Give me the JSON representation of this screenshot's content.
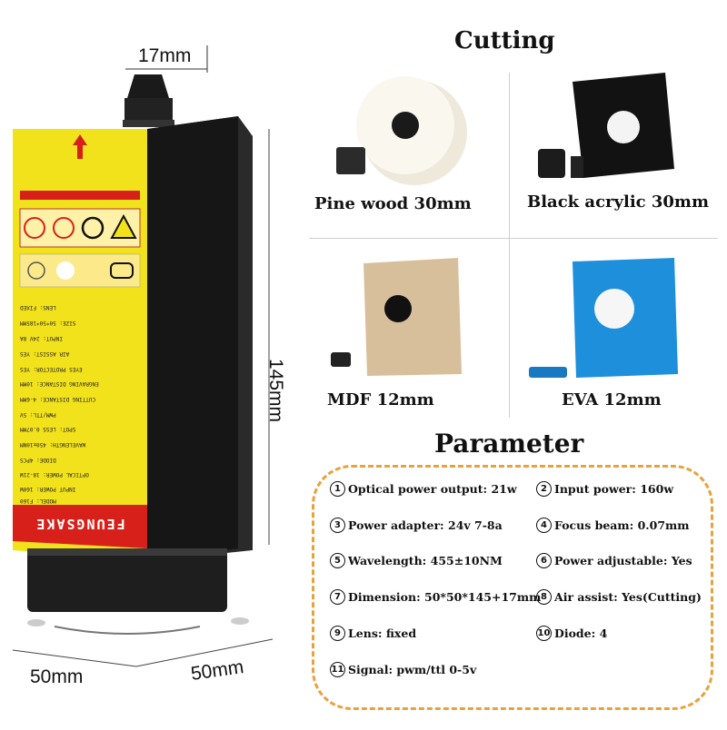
{
  "dimensions": {
    "nozzle": "17mm",
    "height": "145mm",
    "width_left": "50mm",
    "width_right": "50mm"
  },
  "module": {
    "brand": "FEUNGSAKE",
    "label_lines": [
      "LENS: FIXED",
      "SIZE: 50*50*185MM",
      "INPUT: 24V 8A",
      "AIR ASSIST: YES",
      "EYES PROTECTOR: YES",
      "ENGRAVING DISTANCE: 10MM",
      "CUTTING DISTANCE: 4-6MM",
      "PWM/TTL: 5V",
      "SPOT: LESS 0.07MM",
      "WAVELENGTH: 450±10NM",
      "DIODE: 4PCS",
      "OPTICAL POWER: 18-21W",
      "INPUT POWER: 160W",
      "MODEL: F160"
    ],
    "colors": {
      "label_yellow": "#f2e21b",
      "label_red": "#d8201a",
      "body": "#1c1c1c"
    }
  },
  "cutting": {
    "title": "Cutting",
    "samples": [
      {
        "caption": "Pine wood 30mm",
        "color": "#efe9dc"
      },
      {
        "caption": "Black acrylic 30mm",
        "color": "#151515"
      },
      {
        "caption": "MDF 12mm",
        "color": "#d8bf9c"
      },
      {
        "caption": "EVA 12mm",
        "color": "#1d8fdb"
      }
    ]
  },
  "parameter": {
    "title": "Parameter",
    "items": [
      {
        "num": "1",
        "text": "Optical power output: 21w"
      },
      {
        "num": "2",
        "text": "Input power: 160w"
      },
      {
        "num": "3",
        "text": "Power adapter: 24v 7-8a"
      },
      {
        "num": "4",
        "text": "Focus beam: 0.07mm"
      },
      {
        "num": "5",
        "text": "Wavelength: 455±10NM"
      },
      {
        "num": "6",
        "text": "Power adjustable: Yes"
      },
      {
        "num": "7",
        "text": "Dimension: 50*50*145+17mm"
      },
      {
        "num": "8",
        "text": "Air assist: Yes(Cutting)"
      },
      {
        "num": "9",
        "text": "Lens: fixed"
      },
      {
        "num": "10",
        "text": "Diode: 4"
      },
      {
        "num": "11",
        "text": "Signal: pwm/ttl 0-5v"
      }
    ]
  }
}
